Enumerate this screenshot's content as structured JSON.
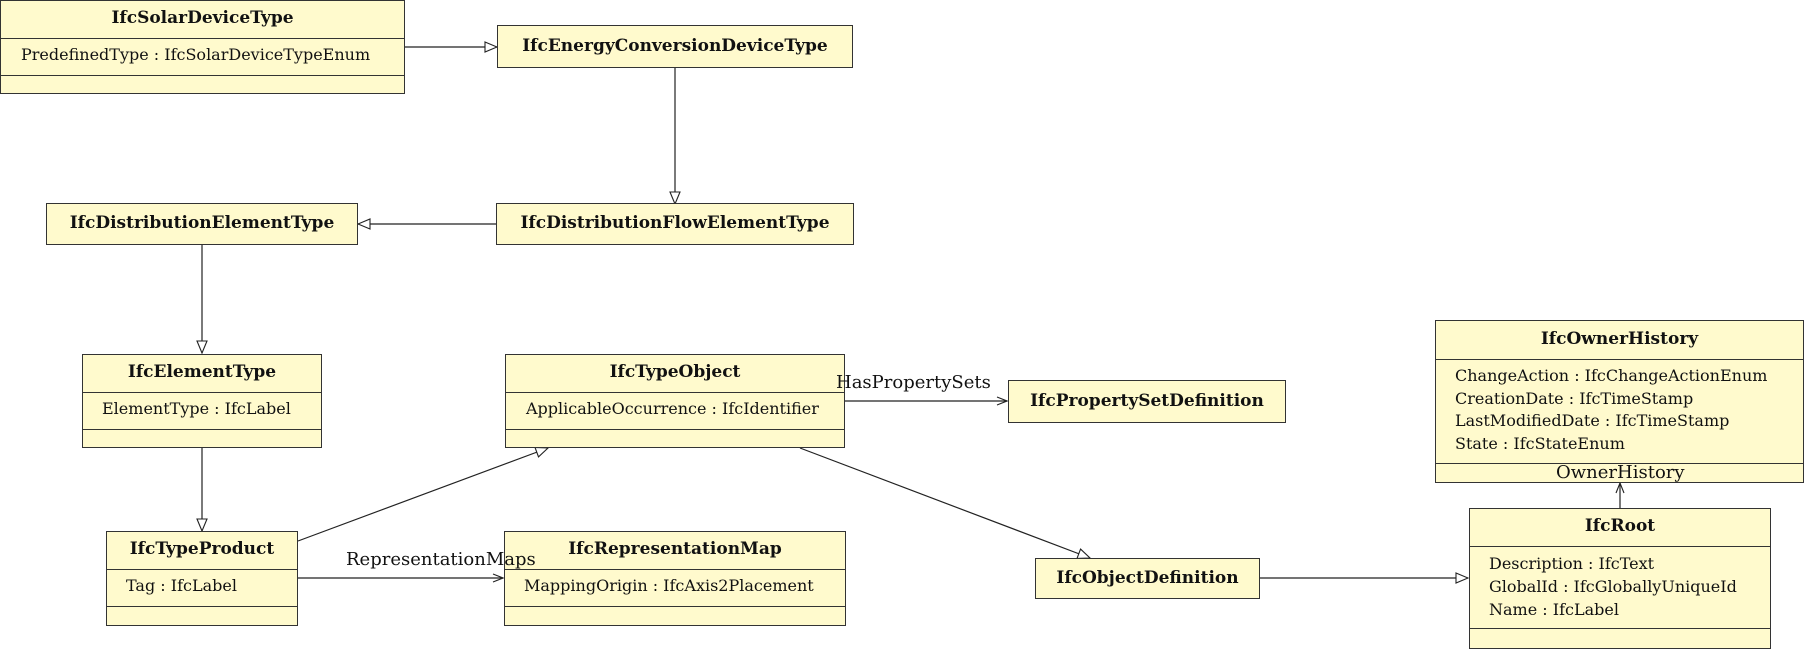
{
  "classes": {
    "solar": {
      "name": "IfcSolarDeviceType",
      "attrs": [
        "PredefinedType : IfcSolarDeviceTypeEnum"
      ]
    },
    "energy": {
      "name": "IfcEnergyConversionDeviceType"
    },
    "distElem": {
      "name": "IfcDistributionElementType"
    },
    "distFlow": {
      "name": "IfcDistributionFlowElementType"
    },
    "elemType": {
      "name": "IfcElementType",
      "attrs": [
        "ElementType : IfcLabel"
      ]
    },
    "typeObject": {
      "name": "IfcTypeObject",
      "attrs": [
        "ApplicableOccurrence : IfcIdentifier"
      ]
    },
    "psetDef": {
      "name": "IfcPropertySetDefinition"
    },
    "owner": {
      "name": "IfcOwnerHistory",
      "attrs": [
        "ChangeAction : IfcChangeActionEnum",
        "CreationDate : IfcTimeStamp",
        "LastModifiedDate : IfcTimeStamp",
        "State : IfcStateEnum"
      ]
    },
    "typeProduct": {
      "name": "IfcTypeProduct",
      "attrs": [
        "Tag : IfcLabel"
      ]
    },
    "repMap": {
      "name": "IfcRepresentationMap",
      "attrs": [
        "MappingOrigin : IfcAxis2Placement"
      ]
    },
    "objDef": {
      "name": "IfcObjectDefinition"
    },
    "root": {
      "name": "IfcRoot",
      "attrs": [
        "Description : IfcText",
        "GlobalId : IfcGloballyUniqueId",
        "Name : IfcLabel"
      ]
    }
  },
  "edge_labels": {
    "hasPropertySets": "HasPropertySets",
    "representationMaps": "RepresentationMaps",
    "ownerHistory": "OwnerHistory"
  }
}
